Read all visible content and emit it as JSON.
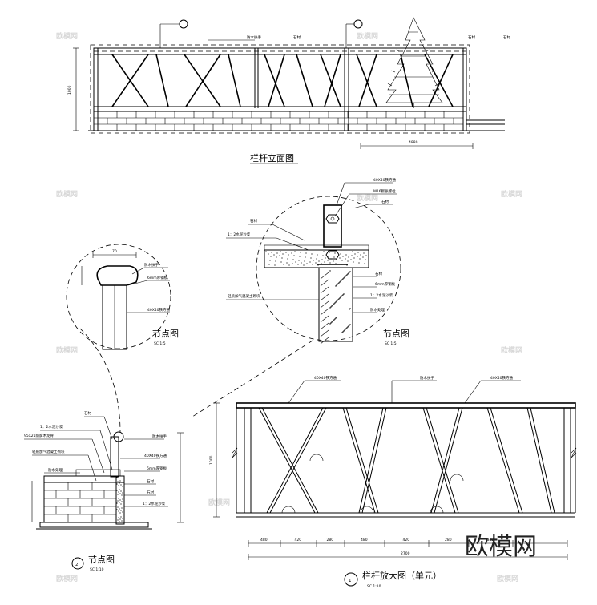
{
  "brand": "欧模网",
  "watermark": "欧模网",
  "titles": {
    "elevation": "栏杆立面图",
    "node1": "节点图",
    "node2": "节点图",
    "enlarged": "栏杆放大图（单元）"
  },
  "scale_notes": {
    "node1": "SC 1:5",
    "node2": "SC 1:10",
    "node3": "SC 1:5",
    "enlarged": "SC 1:10"
  },
  "index_marks": {
    "enlarged": "1",
    "node2": "2"
  },
  "labels": {
    "top_tube_a": "40X40铁方通",
    "top_tube_b": "40X40铁方通",
    "top_tube_c": "40X40铁方通",
    "handrail": "防木扶手",
    "m16_bolt": "M16膨胀螺栓",
    "stone_a": "石材",
    "stone_b": "石材",
    "stone_c": "石材",
    "mortar_a": "1：2水泥沙浆",
    "mortar_b": "1：2水泥沙浆",
    "block_wall": "轻质加气混凝土砌块",
    "steel_plate": "6mm厚钢板",
    "wood_a": "95X21防腐木龙骨",
    "waterproof": "防水处理",
    "node_label": "节点图"
  },
  "dims": {
    "elev_height": "1000",
    "elev_width": "4880",
    "enl_height": "1000",
    "enl_total": "2700",
    "enl_segments": [
      "480",
      "420",
      "280",
      "480",
      "420",
      "280",
      "340"
    ]
  }
}
